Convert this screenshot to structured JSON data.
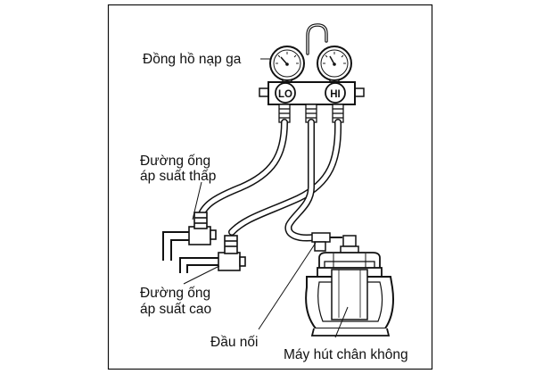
{
  "labels": {
    "gauge_manifold": "Đồng hồ nạp ga",
    "low_pressure_line_1": "Đường ống",
    "low_pressure_line_2": "áp suất thấp",
    "high_pressure_line_1": "Đường ống",
    "high_pressure_line_2": "áp suất cao",
    "connector": "Đầu nối",
    "vacuum_pump": "Máy hút chân không"
  },
  "gauges": {
    "low_badge": "LO",
    "high_badge": "HI"
  },
  "colors": {
    "line": "#111111",
    "background": "#ffffff"
  }
}
